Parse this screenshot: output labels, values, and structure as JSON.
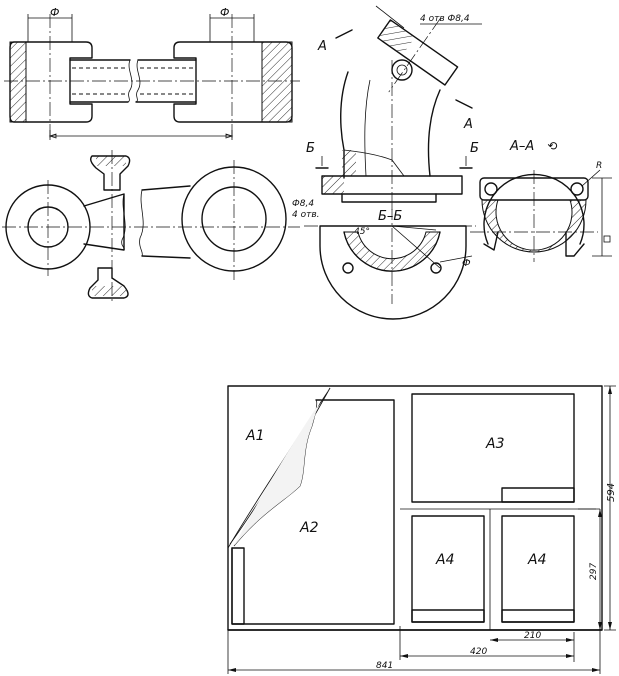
{
  "colors": {
    "ink": "#111111",
    "paper": "#ffffff"
  },
  "top_drawings": {
    "link": {
      "dim_left": "Ф",
      "dim_right": "Ф"
    },
    "elbow": {
      "holes_note": "4 отв Ф8,4",
      "cut_a_left": "А",
      "cut_a_right": "А",
      "cut_b_left": "Б",
      "cut_b_right": "Б",
      "holes_note2_line1": "Ф8,4",
      "holes_note2_line2": "4 отв.",
      "section_bb": "Б–Б",
      "angle": "45°",
      "dim_phi": "Ф"
    },
    "section_aa": {
      "title": "А–А",
      "rotated_symbol": "⟲",
      "radius_label": "R"
    }
  },
  "sheet_formats": {
    "labels": {
      "a1": "А1",
      "a2": "А2",
      "a3": "А3",
      "a4_left": "А4",
      "a4_right": "А4"
    },
    "dimensions": {
      "height_594": "594",
      "height_297": "297",
      "width_210": "210",
      "width_420": "420",
      "width_841": "841"
    }
  }
}
